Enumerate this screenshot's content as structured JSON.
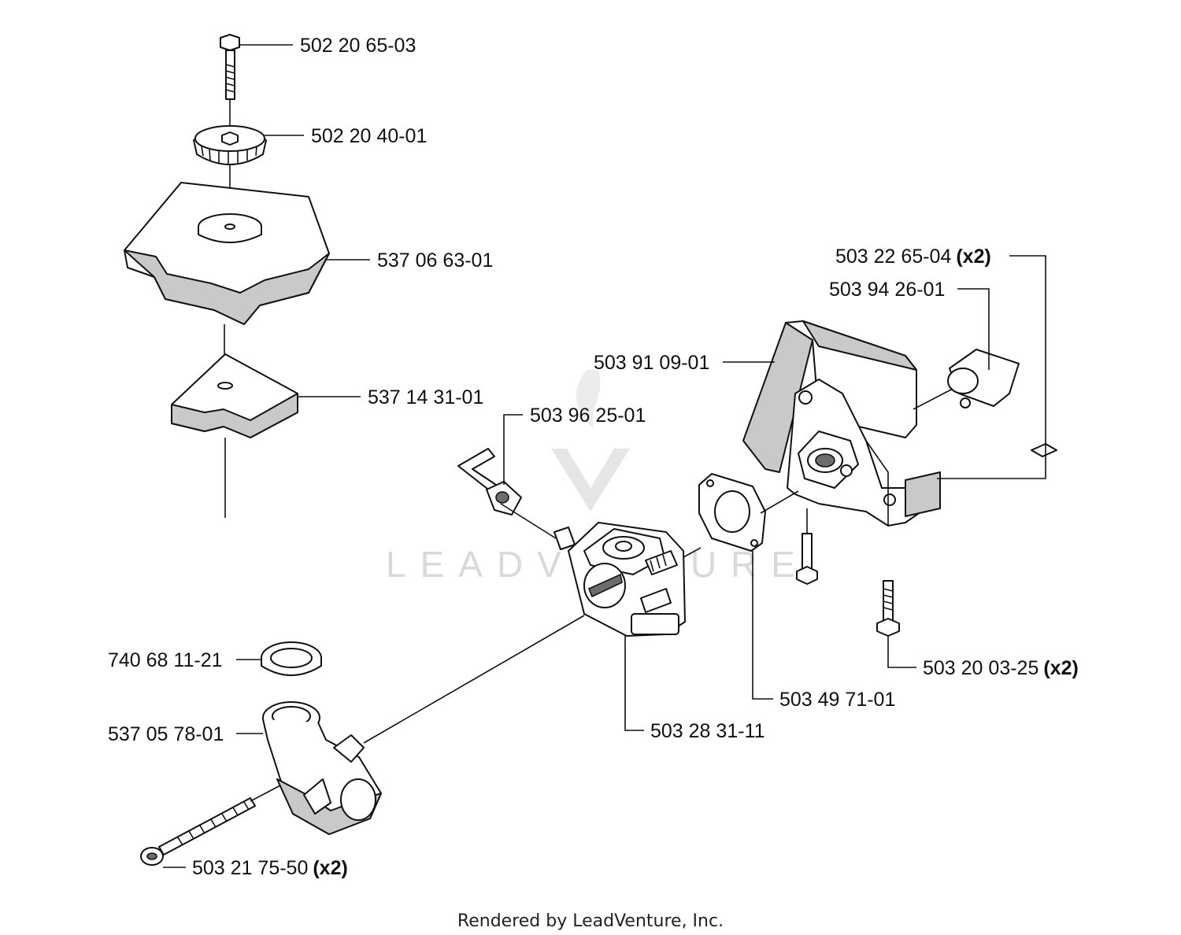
{
  "diagram": {
    "footer": "Rendered by LeadVenture, Inc.",
    "watermark": "LEADVENTURE",
    "callouts": [
      {
        "part": "502 20 65-03",
        "qty": ""
      },
      {
        "part": "502 20 40-01",
        "qty": ""
      },
      {
        "part": "537 06 63-01",
        "qty": ""
      },
      {
        "part": "537 14 31-01",
        "qty": ""
      },
      {
        "part": "503 96 25-01",
        "qty": ""
      },
      {
        "part": "503 91 09-01",
        "qty": ""
      },
      {
        "part": "503 22 65-04",
        "qty": "(x2)"
      },
      {
        "part": "503 94 26-01",
        "qty": ""
      },
      {
        "part": "740 68 11-21",
        "qty": ""
      },
      {
        "part": "537 05 78-01",
        "qty": ""
      },
      {
        "part": "503 21 75-50",
        "qty": "(x2)"
      },
      {
        "part": "503 28 31-11",
        "qty": ""
      },
      {
        "part": "503 49 71-01",
        "qty": ""
      },
      {
        "part": "503 20 03-25",
        "qty": "(x2)"
      }
    ]
  }
}
